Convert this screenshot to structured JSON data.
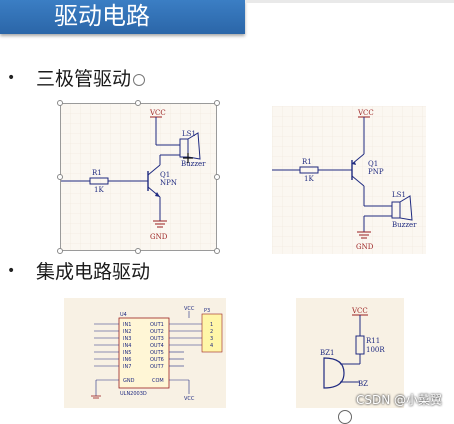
{
  "slide": {
    "title": "驱动电路",
    "bullets": [
      {
        "symbol": "•",
        "text": "三极管驱动"
      },
      {
        "symbol": "•",
        "text": "集成电路驱动"
      }
    ]
  },
  "npn_circuit": {
    "vcc": "VCC",
    "speaker_ref": "LS1",
    "speaker_name": "Buzzer",
    "resistor_ref": "R1",
    "resistor_value": "1K",
    "transistor_ref": "Q1",
    "transistor_type": "NPN",
    "gnd": "GND"
  },
  "pnp_circuit": {
    "vcc": "VCC",
    "resistor_ref": "R1",
    "resistor_value": "1K",
    "transistor_ref": "Q1",
    "transistor_type": "PNP",
    "speaker_ref": "LS1",
    "speaker_name": "Buzzer",
    "gnd": "GND"
  },
  "ic_circuit": {
    "chip_ref": "U4",
    "chip_name": "ULN2003D",
    "inputs": [
      "IN1",
      "IN2",
      "IN3",
      "IN4",
      "IN5",
      "IN6",
      "IN7"
    ],
    "outputs": [
      "OUT1",
      "OUT2",
      "OUT3",
      "OUT4",
      "OUT5",
      "OUT6",
      "OUT7"
    ],
    "gnd_pin": "GND",
    "com_pin": "COM",
    "vcc": "VCC",
    "connector_ref": "P3",
    "connector_pins": [
      "1",
      "2",
      "3",
      "4"
    ]
  },
  "buzzer_circuit": {
    "vcc": "VCC",
    "resistor_ref": "R11",
    "resistor_value": "100R",
    "buzzer_ref": "BZ1",
    "net_label": "BZ"
  },
  "watermark": "CSDN @小菜翼"
}
